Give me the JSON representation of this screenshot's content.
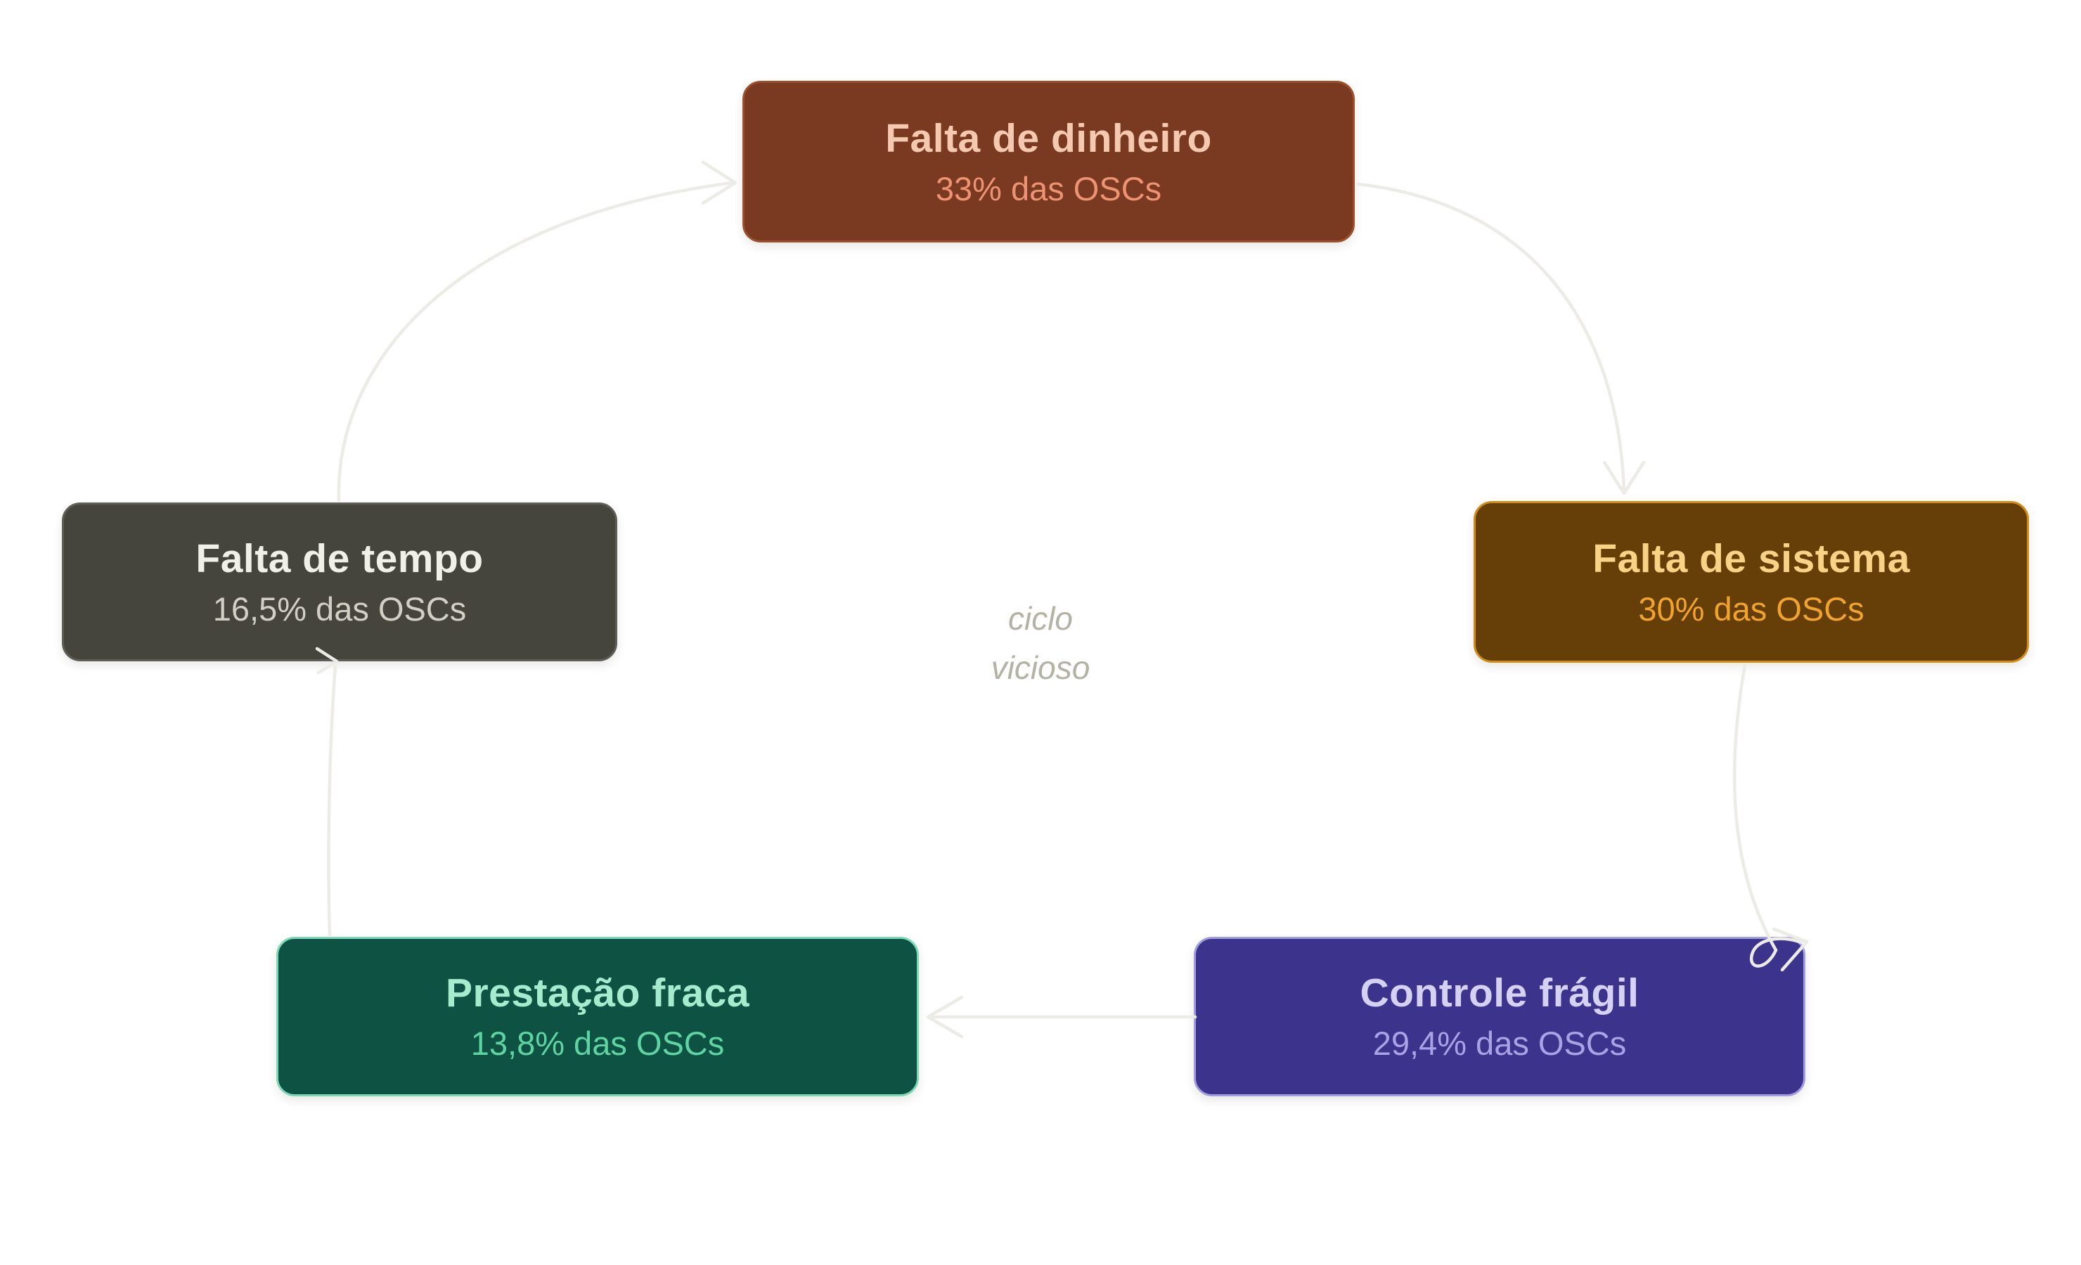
{
  "page": {
    "background_color": "#ffffff",
    "arrow_color": "#edebe5"
  },
  "diagram": {
    "center_label": {
      "line1": "ciclo",
      "line2": "vicioso",
      "color": "#b4b1a5"
    },
    "nodes": [
      {
        "id": "falta-de-dinheiro",
        "label": "Falta de dinheiro",
        "value": "33% das OSCs",
        "fill": "#7a3a21",
        "border": "#9d4f2b",
        "label_color": "#f5c9b0",
        "value_color": "#ed9273"
      },
      {
        "id": "falta-de-sistema",
        "label": "Falta de sistema",
        "value": "30% das OSCs",
        "fill": "#653f07",
        "border": "#d18c14",
        "label_color": "#f8d385",
        "value_color": "#f2a32d"
      },
      {
        "id": "controle-fragil",
        "label": "Controle frágil",
        "value": "29,4% das OSCs",
        "fill": "#3c338d",
        "border": "#a29ce0",
        "label_color": "#d5d1f3",
        "value_color": "#a9a2e4"
      },
      {
        "id": "prestacao-fraca",
        "label": "Prestação fraca",
        "value": "13,8% das OSCs",
        "fill": "#0e5244",
        "border": "#7fd8b5",
        "label_color": "#a6ebce",
        "value_color": "#5fd4a2"
      },
      {
        "id": "falta-de-tempo",
        "label": "Falta de tempo",
        "value": "16,5% das OSCs",
        "fill": "#45453e",
        "border": "#5e5e56",
        "label_color": "#f0efe8",
        "value_color": "#d2d0c5"
      }
    ],
    "edges": [
      {
        "from": "falta-de-tempo",
        "to": "falta-de-dinheiro"
      },
      {
        "from": "falta-de-dinheiro",
        "to": "falta-de-sistema"
      },
      {
        "from": "falta-de-sistema",
        "to": "controle-fragil"
      },
      {
        "from": "controle-fragil",
        "to": "prestacao-fraca"
      },
      {
        "from": "prestacao-fraca",
        "to": "falta-de-tempo"
      }
    ]
  }
}
